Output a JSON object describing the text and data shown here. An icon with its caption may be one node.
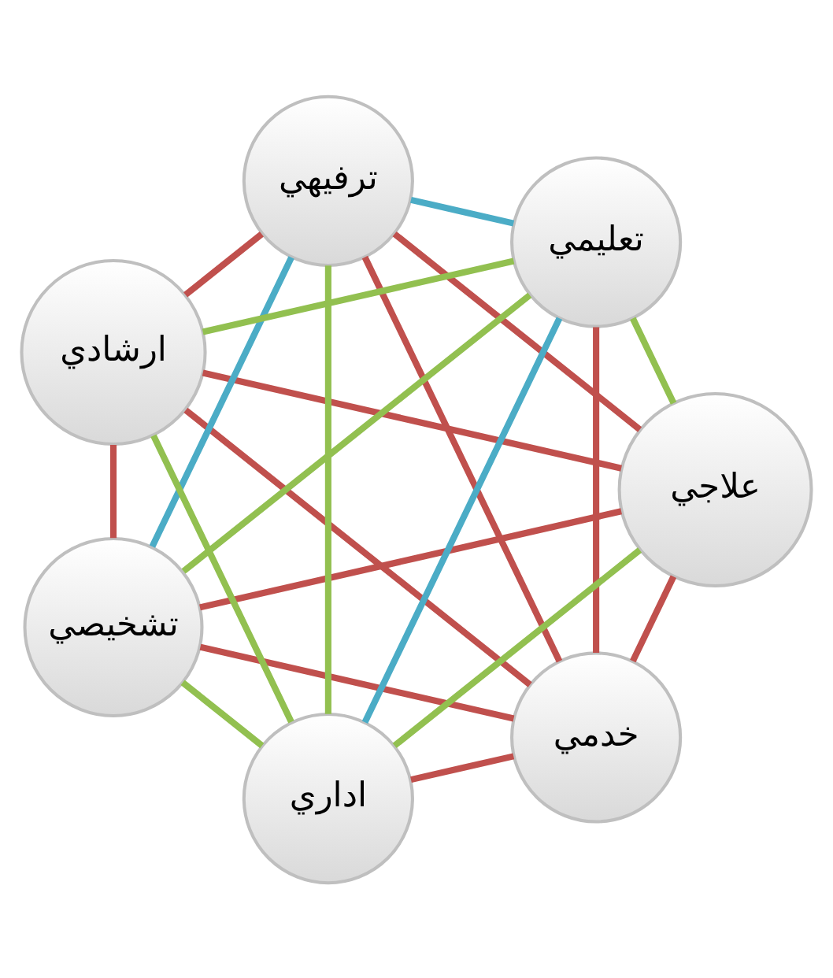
{
  "diagram": {
    "nodes": [
      {
        "text": [
          "خدمي"
        ]
      },
      {
        "text": [
          "علاجي"
        ]
      },
      {
        "text": [
          "اداري"
        ]
      },
      {
        "text": [
          "تشخيصي"
        ]
      },
      {
        "text": [
          "تعليمي"
        ]
      },
      {
        "text": [
          "ارشادي"
        ]
      },
      {
        "text": [
          "ترفيهي"
        ]
      }
    ],
    "edges": [
      {
        "from": 0,
        "to": 1,
        "arrow": "none"
      },
      {
        "from": 0,
        "to": 2,
        "arrow": "none"
      },
      {
        "from": 0,
        "to": 3,
        "arrow": "none"
      },
      {
        "from": 0,
        "to": 4,
        "arrow": "none"
      },
      {
        "from": 0,
        "to": 5,
        "arrow": "none"
      },
      {
        "from": 0,
        "to": 6,
        "arrow": "none"
      },
      {
        "from": 1,
        "to": 2,
        "arrow": "none",
        "color": "#92c050"
      },
      {
        "from": 1,
        "to": 3,
        "arrow": "none"
      },
      {
        "from": 1,
        "to": 4,
        "arrow": "none",
        "color": "#92c050"
      },
      {
        "from": 1,
        "to": 5,
        "arrow": "none"
      },
      {
        "from": 1,
        "to": 6,
        "arrow": "none"
      },
      {
        "from": 2,
        "to": 3,
        "arrow": "none",
        "color": "#92c050"
      },
      {
        "from": 2,
        "to": 4,
        "arrow": "none",
        "color": "#4bacc6"
      },
      {
        "from": 2,
        "to": 5,
        "arrow": "none",
        "color": "#92c050"
      },
      {
        "from": 2,
        "to": 6,
        "arrow": "none",
        "color": "#92c050"
      },
      {
        "from": 3,
        "to": 4,
        "arrow": "none",
        "color": "#92c050"
      },
      {
        "from": 3,
        "to": 5,
        "arrow": "none"
      },
      {
        "from": 3,
        "to": 6,
        "arrow": "none",
        "color": "#4bacc6"
      },
      {
        "from": 4,
        "to": 5,
        "arrow": "none",
        "color": "#92c050"
      },
      {
        "from": 4,
        "to": 6,
        "arrow": "none",
        "color": "#4bacc6"
      },
      {
        "from": 5,
        "to": 6,
        "arrow": "none"
      }
    ]
  }
}
